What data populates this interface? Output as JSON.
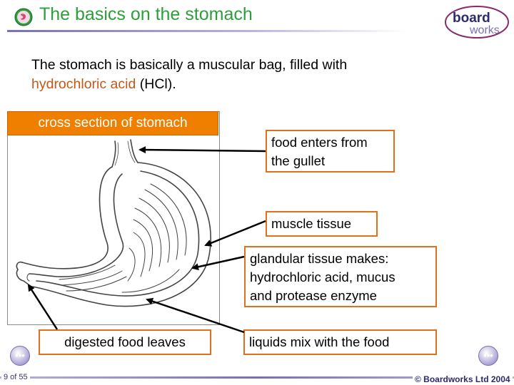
{
  "slide": {
    "title": "The basics on the stomach",
    "intro_part1": "The stomach is basically a muscular bag, filled with",
    "intro_highlight": "hydrochloric acid",
    "intro_part2": " (HCl)."
  },
  "diagram": {
    "header": "cross section of stomach"
  },
  "labels": {
    "gullet_line1": "food enters from",
    "gullet_line2": "the gullet",
    "muscle": "muscle tissue",
    "gland_line1": "glandular tissue makes:",
    "gland_line2": "hydrochloric acid, mucus",
    "gland_line3": "and protease enzyme",
    "digested": "digested food leaves",
    "liquids": "liquids mix with the food"
  },
  "logo": {
    "line1": "board",
    "line2": "works"
  },
  "footer": {
    "page": "9 of 55",
    "copyright": "© Boardworks Ltd 2004"
  },
  "nav": {
    "prev_glyph": "•••",
    "next_glyph": "•••"
  },
  "colors": {
    "title_green": "#2e9e3c",
    "accent_orange": "#f07f00",
    "highlight_text": "#c0581a",
    "brand_purple": "#7a6fb0"
  },
  "icons": {
    "title_icon": "stomach-badge-icon",
    "prev": "previous-arrow-icon",
    "next": "next-arrow-icon"
  }
}
